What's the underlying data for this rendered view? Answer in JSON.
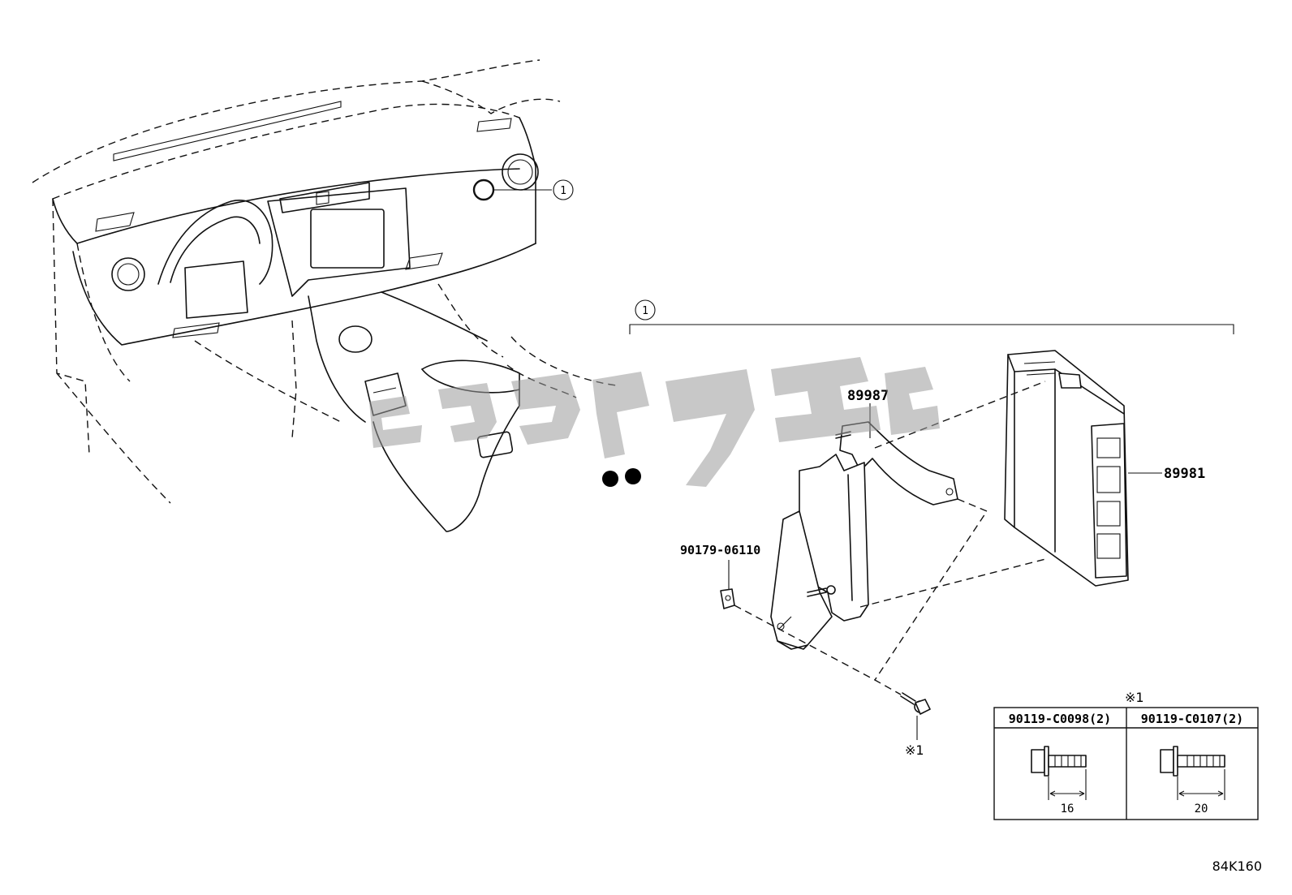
{
  "callouts": {
    "ref_1_dash": "1",
    "ref_1_assembly": "1"
  },
  "parts": {
    "bracket": "89987",
    "ecu": "89981",
    "nut": "90179-06110",
    "bolt_ref": "※1"
  },
  "bolt_table": {
    "note": "※1",
    "columns": [
      {
        "part_number": "90119-C0098(2)",
        "length": "16"
      },
      {
        "part_number": "90119-C0107(2)",
        "length": "20"
      }
    ]
  },
  "figure_code": "84K160",
  "icons": {
    "watermark": "brand-watermark-logo",
    "bolt": "flange-bolt-icon"
  }
}
